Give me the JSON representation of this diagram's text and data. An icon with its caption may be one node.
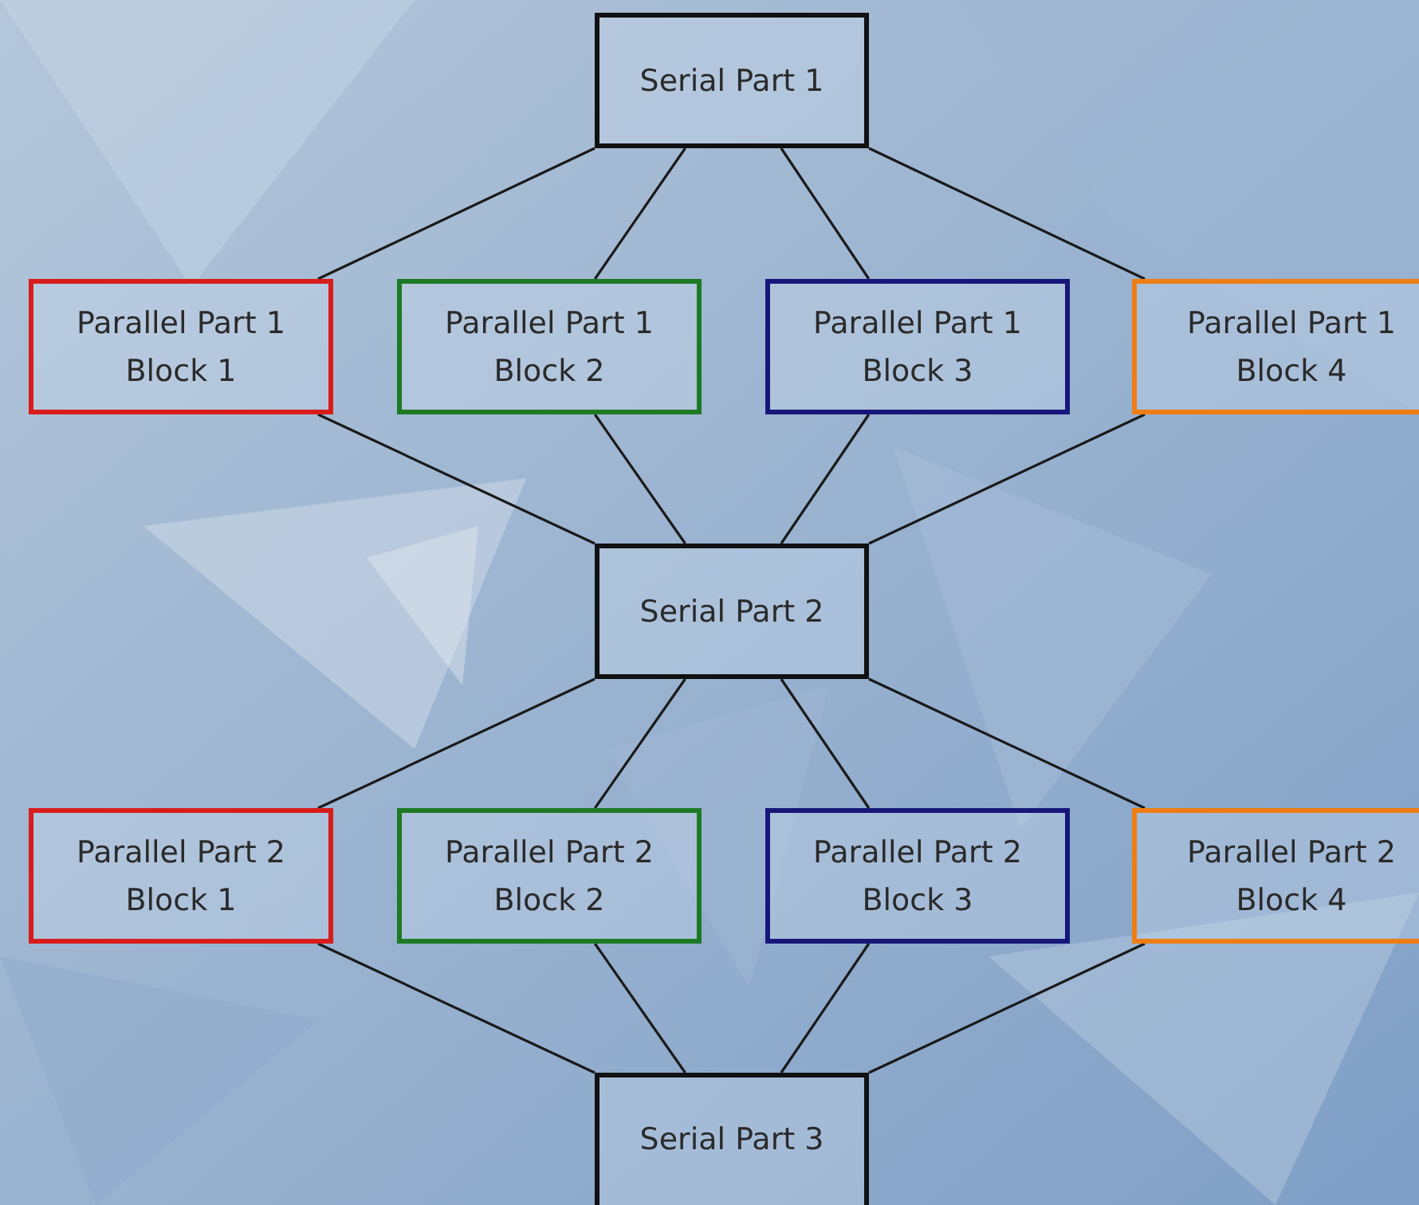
{
  "diagram": {
    "nodes": [
      {
        "text": [
          "Serial Part 1"
        ]
      },
      {
        "text": [
          "Parallel Part 1 Block 1"
        ]
      },
      {
        "text": [
          "Parallel Part 1 Block 2"
        ]
      },
      {
        "text": [
          "Parallel Part 1 Block 3"
        ]
      },
      {
        "text": [
          "Parallel Part 1 Block 4"
        ]
      },
      {
        "text": [
          "Serial Part 2"
        ]
      },
      {
        "text": [
          "Parallel Part 2 Block 1"
        ]
      },
      {
        "text": [
          "Parallel Part 2 Block 2"
        ]
      },
      {
        "text": [
          "Parallel Part 2 Block 3"
        ]
      },
      {
        "text": [
          "Parallel Part 2 Block 4"
        ]
      },
      {
        "text": [
          "Serial Part 3"
        ]
      }
    ],
    "edges": [
      {
        "from": 0,
        "to": 1,
        "arrow": "none"
      },
      {
        "from": 0,
        "to": 2,
        "arrow": "none"
      },
      {
        "from": 0,
        "to": 3,
        "arrow": "none"
      },
      {
        "from": 0,
        "to": 4,
        "arrow": "none"
      },
      {
        "from": 1,
        "to": 5,
        "arrow": "none"
      },
      {
        "from": 2,
        "to": 5,
        "arrow": "none"
      },
      {
        "from": 3,
        "to": 5,
        "arrow": "none"
      },
      {
        "from": 4,
        "to": 5,
        "arrow": "none"
      },
      {
        "from": 5,
        "to": 6,
        "arrow": "none"
      },
      {
        "from": 5,
        "to": 7,
        "arrow": "none"
      },
      {
        "from": 5,
        "to": 8,
        "arrow": "none"
      },
      {
        "from": 5,
        "to": 9,
        "arrow": "none"
      },
      {
        "from": 6,
        "to": 10,
        "arrow": "none"
      },
      {
        "from": 7,
        "to": 10,
        "arrow": "none"
      },
      {
        "from": 8,
        "to": 10,
        "arrow": "none"
      },
      {
        "from": 9,
        "to": 10,
        "arrow": "none"
      }
    ]
  }
}
